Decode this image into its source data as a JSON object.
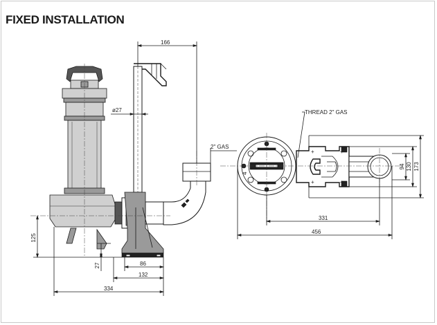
{
  "header": {
    "title": "FIXED INSTALLATION"
  },
  "dimensions": {
    "rail_offset": "166",
    "rail_diameter": "ø27",
    "outlet_thread": "2\" GAS",
    "thread_callout": "THREAD 2\" GAS",
    "pump_height": "125",
    "foot_height": "27",
    "base_inner": "86",
    "base_outer": "132",
    "total_length": "334",
    "bracket_94": "94",
    "bracket_130": "130",
    "bracket_173": "173",
    "plan_331": "331",
    "plan_456": "456"
  }
}
